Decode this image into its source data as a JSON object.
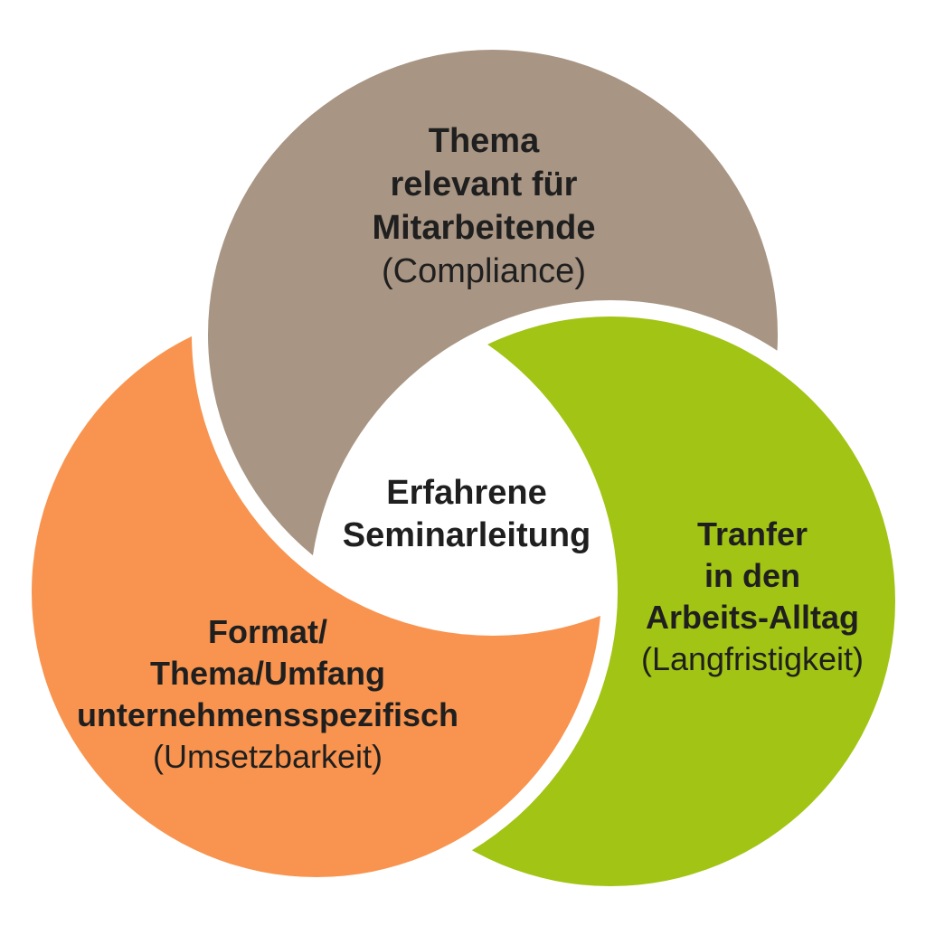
{
  "diagram": {
    "background": "#FFFFFF",
    "text_color": "#1F1F1F",
    "gap_color": "#FFFFFF",
    "center_label": {
      "lines": [
        "Erfahrene",
        "Seminarleitung"
      ]
    },
    "segments": {
      "top": {
        "color": "#A89583",
        "lines": [
          "Thema",
          "relevant für",
          "Mitarbeitende"
        ],
        "note": "(Compliance)"
      },
      "right": {
        "color": "#A2C414",
        "lines": [
          "Tranfer",
          "in den",
          "Arbeits-Alltag"
        ],
        "note": "(Langfristigkeit)"
      },
      "left": {
        "color": "#F8944F",
        "lines": [
          "Format/",
          "Thema/Umfang",
          "unternehmensspezifisch"
        ],
        "note": "(Umsetzbarkeit)"
      }
    }
  }
}
